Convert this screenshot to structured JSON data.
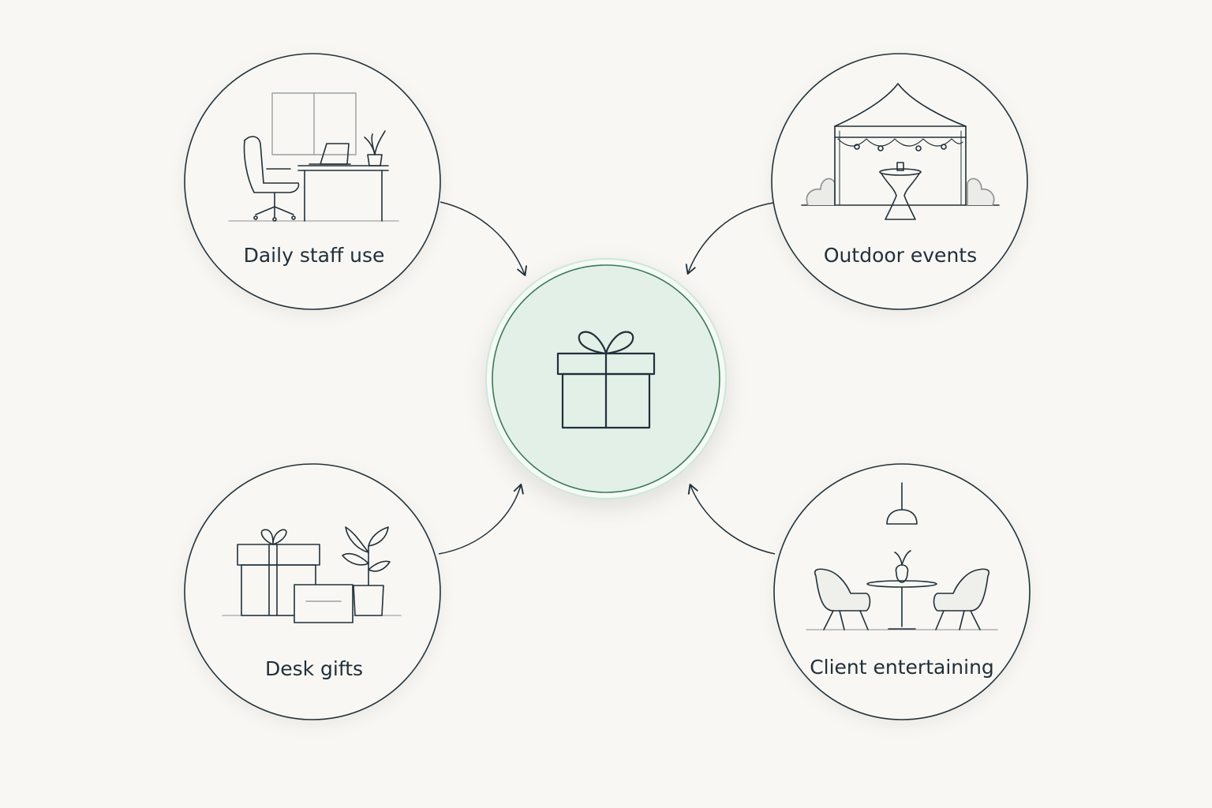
{
  "nodes": {
    "top_left": {
      "label": "Daily staff use",
      "icon": "office-desk-icon"
    },
    "top_right": {
      "label": "Outdoor events",
      "icon": "event-tent-icon"
    },
    "bottom_left": {
      "label": "Desk gifts",
      "icon": "gift-box-and-plant-icon"
    },
    "bottom_right": {
      "label": "Client entertaining",
      "icon": "lounge-table-icon"
    },
    "center": {
      "icon": "gift-icon"
    }
  },
  "colors": {
    "background": "#f8f7f3",
    "stroke": "#22303a",
    "center_fill": "#e2f0e7",
    "center_ring": "#3c7a55"
  }
}
